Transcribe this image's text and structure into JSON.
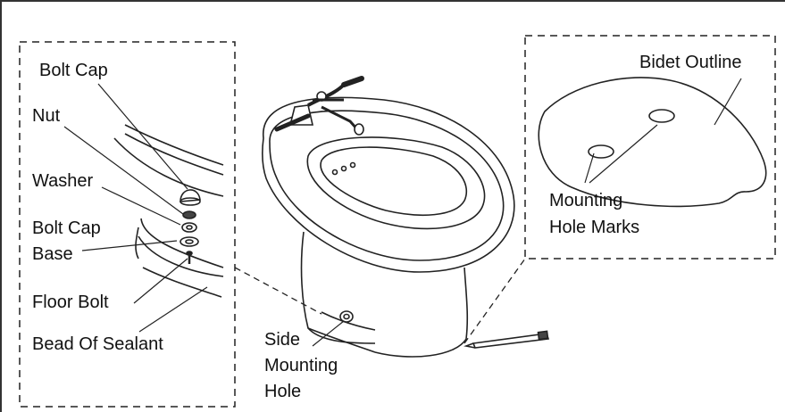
{
  "detail_left": {
    "labels": {
      "bolt_cap": "Bolt Cap",
      "nut": "Nut",
      "washer": "Washer",
      "bolt_cap_base_1": "Bolt Cap",
      "bolt_cap_base_2": "Base",
      "floor_bolt": "Floor Bolt",
      "bead_of_sealant": "Bead Of Sealant"
    }
  },
  "center": {
    "labels": {
      "side_mounting_hole_1": "Side",
      "side_mounting_hole_2": "Mounting",
      "side_mounting_hole_3": "Hole"
    }
  },
  "detail_right": {
    "labels": {
      "bidet_outline": "Bidet Outline",
      "mounting_hole_marks_1": "Mounting",
      "mounting_hole_marks_2": "Hole Marks"
    }
  }
}
